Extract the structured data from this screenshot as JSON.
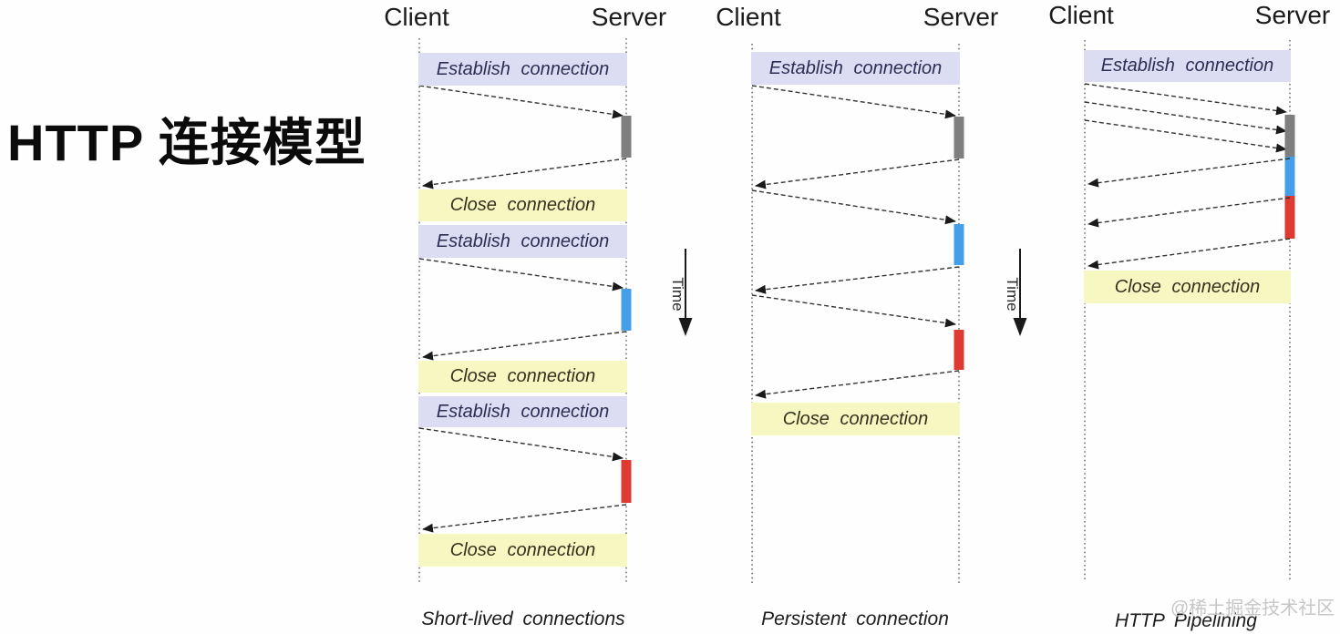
{
  "title": "HTTP 连接模型",
  "watermark": "@稀土掘金技术社区",
  "labels": {
    "client": "Client",
    "server": "Server",
    "establish": "Establish connection",
    "close": "Close connection",
    "time": "Time"
  },
  "captions": {
    "col1": "Short-lived connections",
    "col2": "Persistent connection",
    "col3": "HTTP Pipelining"
  },
  "colors": {
    "establish-bg": "#dcdcf3",
    "establish-text": "#2e2e55",
    "close-bg": "#f7f7c2",
    "close-text": "#32321e",
    "bar-gray": "#7f7f7f",
    "bar-blue": "#449fe8",
    "bar-red": "#dd3a31",
    "arrow": "#333333",
    "lifeline": "#555555",
    "watermark": "#c6c6c6"
  }
}
